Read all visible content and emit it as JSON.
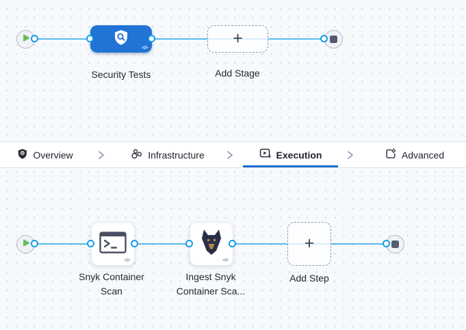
{
  "stage_flow": {
    "stage_label": "Security Tests",
    "add_stage_label": "Add Stage",
    "plus": "+",
    "code_badge": "</>"
  },
  "tabs": {
    "items": [
      {
        "label": "Overview",
        "icon": "shield-icon",
        "active": false
      },
      {
        "label": "Infrastructure",
        "icon": "nodes-icon",
        "active": false
      },
      {
        "label": "Execution",
        "icon": "execution-play-icon",
        "active": true
      },
      {
        "label": "Advanced",
        "icon": "box-gear-icon",
        "active": false
      }
    ],
    "separator_icon": "chevron-right-icon"
  },
  "step_flow": {
    "step1_label_line1": "Snyk Container",
    "step1_label_line2": "Scan",
    "step1_icon": "terminal-icon",
    "step2_label_line1": "Ingest Snyk",
    "step2_label_line2": "Container Sca...",
    "step2_icon": "snyk-dog-icon",
    "add_step_label": "Add Step",
    "plus": "+",
    "code_badge": "</>"
  },
  "colors": {
    "stage_blue": "#2173d4",
    "edge_blue": "#5bb9eb",
    "port_blue": "#149ce6",
    "underline_blue": "#1c6fd1",
    "play_green": "#6cbb5a",
    "stop_gray": "#565b72",
    "canvas_bg": "#f6fafd"
  }
}
